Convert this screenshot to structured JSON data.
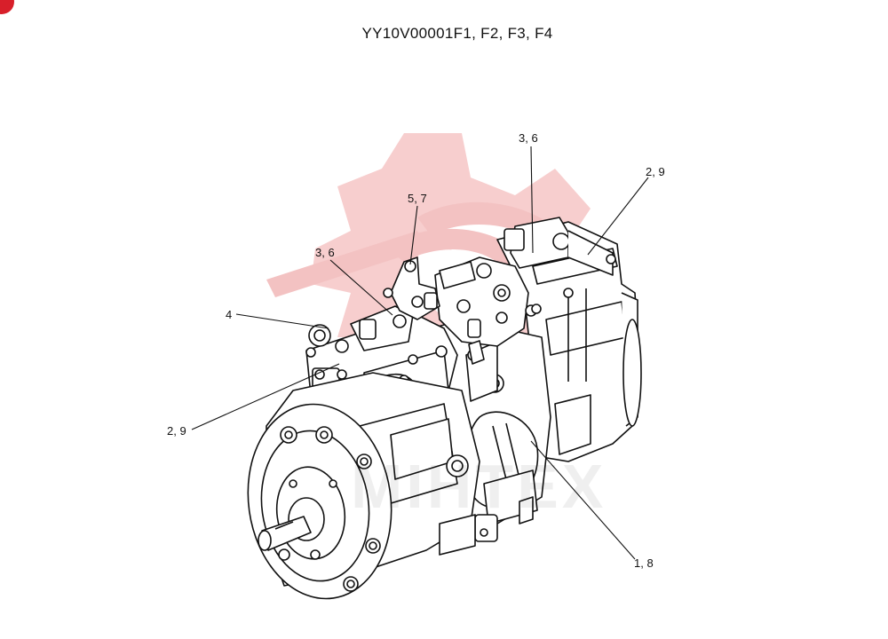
{
  "title": "YY10V00001F1, F2, F3, F4",
  "watermark": {
    "text": "MIHTEX",
    "color": "#f2b8b8"
  },
  "accent_color": "#d81f2a",
  "callouts": [
    {
      "id": "c1",
      "label": "3, 6"
    },
    {
      "id": "c2",
      "label": "2, 9"
    },
    {
      "id": "c3",
      "label": "5, 7"
    },
    {
      "id": "c4",
      "label": "3, 6"
    },
    {
      "id": "c5",
      "label": "4"
    },
    {
      "id": "c6",
      "label": "2, 9"
    },
    {
      "id": "c7",
      "label": "1, 8"
    }
  ]
}
